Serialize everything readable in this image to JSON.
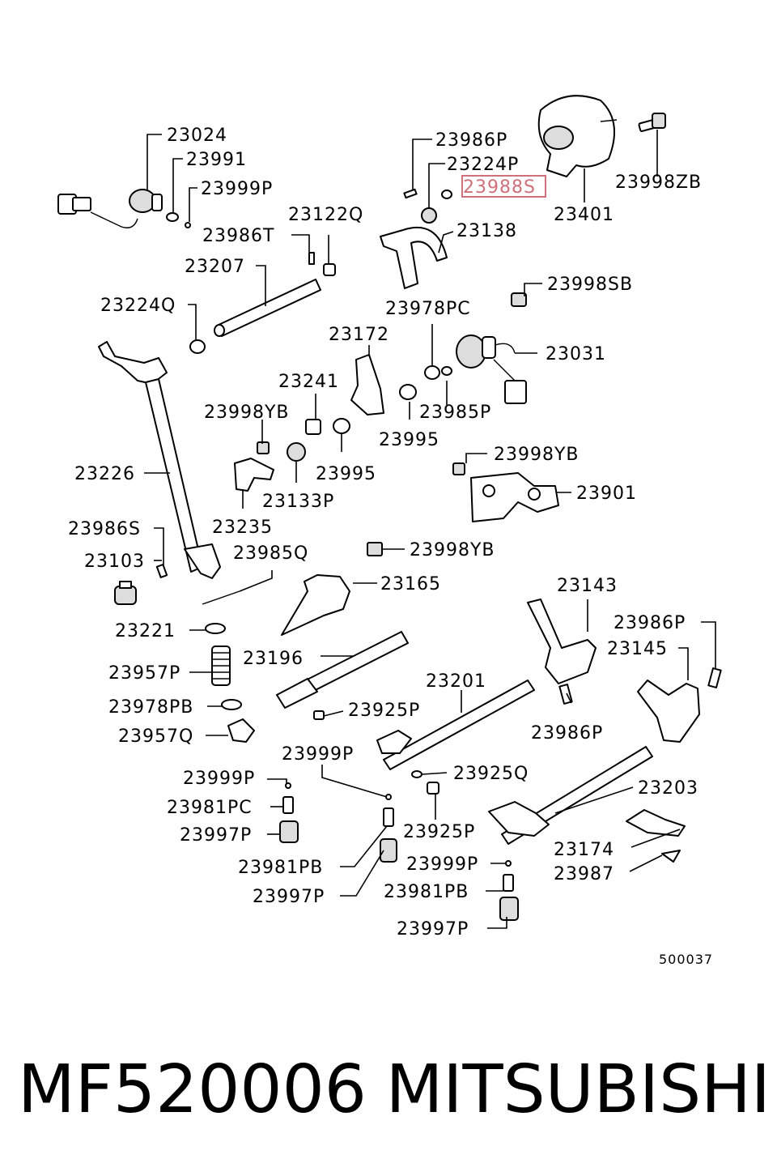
{
  "labels": {
    "l23024": "23024",
    "l23991": "23991",
    "l23999p_a": "23999P",
    "l23986t": "23986T",
    "l23122q": "23122Q",
    "l23207": "23207",
    "l23224q": "23224Q",
    "l23986p_a": "23986P",
    "l23224p": "23224P",
    "l23988s": "23988S",
    "l23401": "23401",
    "l23998zb": "23998ZB",
    "l23138": "23138",
    "l23998sb": "23998SB",
    "l23978pc": "23978PC",
    "l23172": "23172",
    "l23031": "23031",
    "l23241": "23241",
    "l23998yb_a": "23998YB",
    "l23985p": "23985P",
    "l23995_a": "23995",
    "l23995_b": "23995",
    "l23226": "23226",
    "l23133p": "23133P",
    "l23998yb_b": "23998YB",
    "l23901": "23901",
    "l23235": "23235",
    "l23986s": "23986S",
    "l23103": "23103",
    "l23985q": "23985Q",
    "l23998yb_c": "23998YB",
    "l23165": "23165",
    "l23143": "23143",
    "l23221": "23221",
    "l23986p_b": "23986P",
    "l23145": "23145",
    "l23196": "23196",
    "l23957p": "23957P",
    "l23201": "23201",
    "l23978pb": "23978PB",
    "l23925p_a": "23925P",
    "l23957q": "23957Q",
    "l23986p_c": "23986P",
    "l23999p_b": "23999P",
    "l23999p_c": "23999P",
    "l23925q": "23925Q",
    "l23203": "23203",
    "l23981pc": "23981PC",
    "l23925p_b": "23925P",
    "l23997p_a": "23997P",
    "l23174": "23174",
    "l23981pb_a": "23981PB",
    "l23999p_d": "23999P",
    "l23987": "23987",
    "l23997p_b": "23997P",
    "l23981pb_b": "23981PB",
    "l23997p_c": "23997P",
    "drawing_code": "500037"
  },
  "caption": {
    "part_number": "MF520006",
    "brand": "MITSUBISHI"
  },
  "colors": {
    "highlight": "#d0707a",
    "ink": "#000000"
  }
}
